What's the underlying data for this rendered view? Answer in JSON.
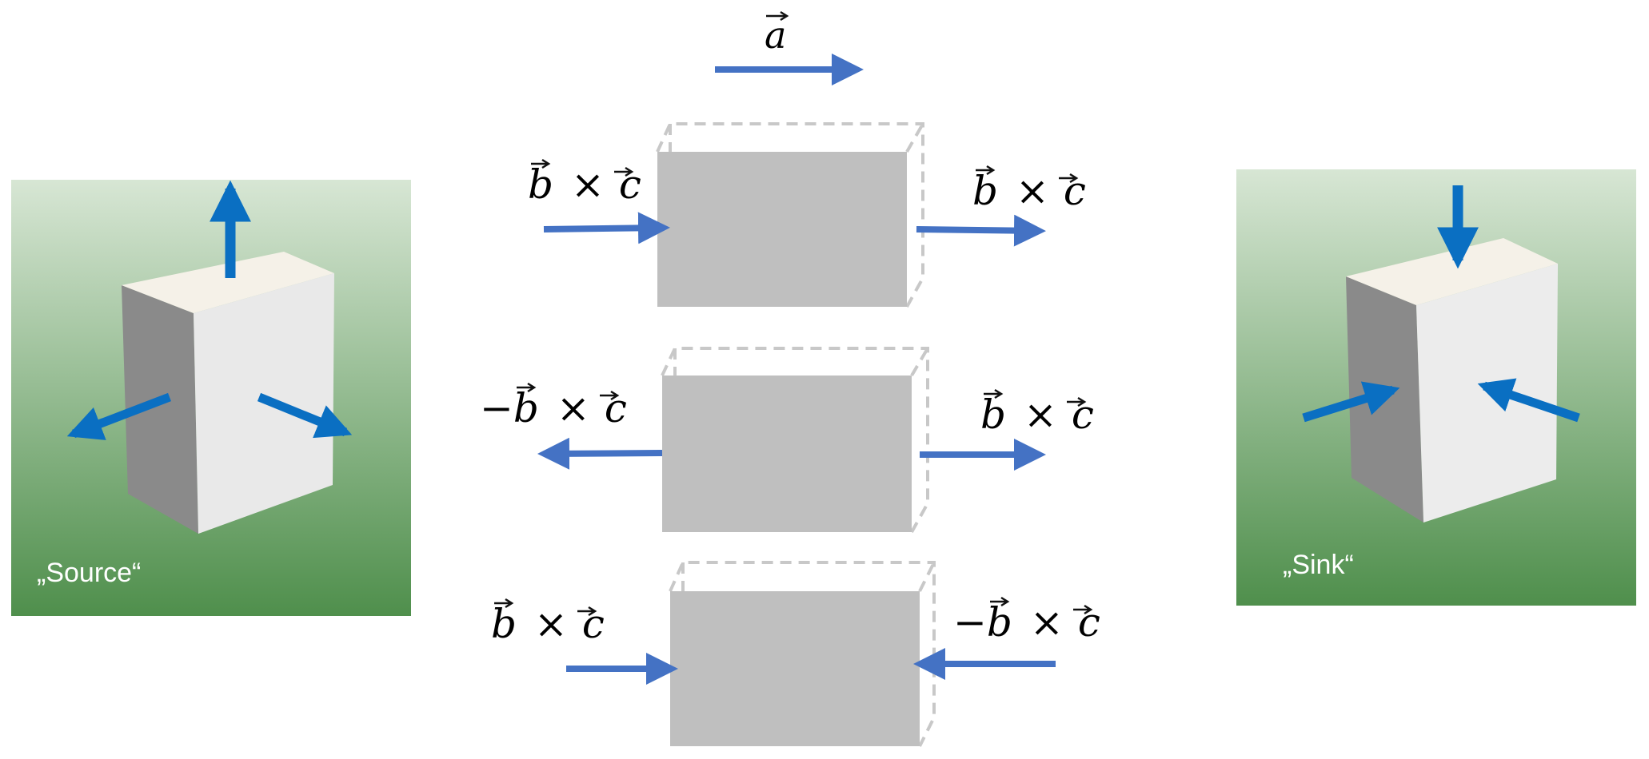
{
  "colors": {
    "arrow": "#4472c4",
    "arrow_bold": "#0a6fc2",
    "box_fill": "#bfbfbf",
    "dashed_outline": "#c8c8c8",
    "panel_top": "#d7e6d4",
    "panel_bottom": "#4f8f4c",
    "cube_top": "#f5f1e8",
    "cube_front": "#e9e9e9",
    "cube_side": "#8a8a8a"
  },
  "source": {
    "label": "„Source“"
  },
  "sink": {
    "label": "„Sink“"
  },
  "vector_a": {
    "symbol": "a"
  },
  "rows": [
    {
      "left": {
        "sign": "",
        "b": "b",
        "op": "×",
        "c": "c",
        "arrow": "inward"
      },
      "right": {
        "sign": "",
        "b": "b",
        "op": "×",
        "c": "c",
        "arrow": "outward"
      }
    },
    {
      "left": {
        "sign": "−",
        "b": "b",
        "op": "×",
        "c": "c",
        "arrow": "outward"
      },
      "right": {
        "sign": "",
        "b": "b",
        "op": "×",
        "c": "c",
        "arrow": "outward"
      }
    },
    {
      "left": {
        "sign": "",
        "b": "b",
        "op": "×",
        "c": "c",
        "arrow": "inward"
      },
      "right": {
        "sign": "−",
        "b": "b",
        "op": "×",
        "c": "c",
        "arrow": "inward"
      }
    }
  ],
  "icons": {
    "vector_accent": "vec-arrow-icon"
  }
}
